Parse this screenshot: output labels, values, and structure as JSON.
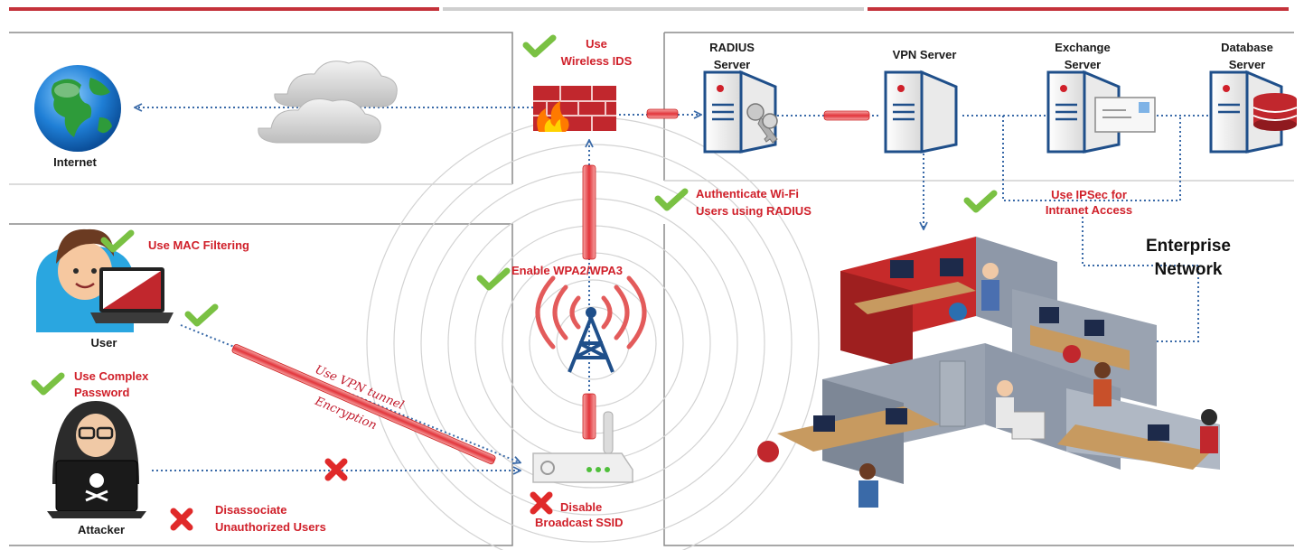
{
  "nodes": {
    "internet": "Internet",
    "radius_server": [
      "RADIUS",
      "Server"
    ],
    "vpn_server": "VPN Server",
    "exchange_server": [
      "Exchange",
      "Server"
    ],
    "database_server": [
      "Database",
      "Server"
    ],
    "user": "User",
    "attacker": "Attacker",
    "enterprise_network": [
      "Enterprise",
      "Network"
    ]
  },
  "security_notes": {
    "wireless_ids": [
      "Use",
      "Wireless IDS"
    ],
    "radius_auth": [
      "Authenticate Wi-Fi",
      "Users using RADIUS"
    ],
    "ipsec": [
      "Use IPSec for",
      "Intranet Access"
    ],
    "mac_filtering": "Use MAC Filtering",
    "wpa": "Enable WPA2/WPA3",
    "complex_password": [
      "Use Complex",
      "Password"
    ],
    "vpn_tunnel": "Use VPN tunnel",
    "encryption": "Encryption",
    "disassociate": [
      "Disassociate",
      "Unauthorized Users"
    ],
    "disable_ssid": [
      "Disable",
      "Broadcast SSID"
    ]
  },
  "colors": {
    "accent_red": "#d0202a",
    "check_green": "#7ac143",
    "link_blue": "#3a6aa8",
    "panel_border": "#8c8c8c"
  }
}
